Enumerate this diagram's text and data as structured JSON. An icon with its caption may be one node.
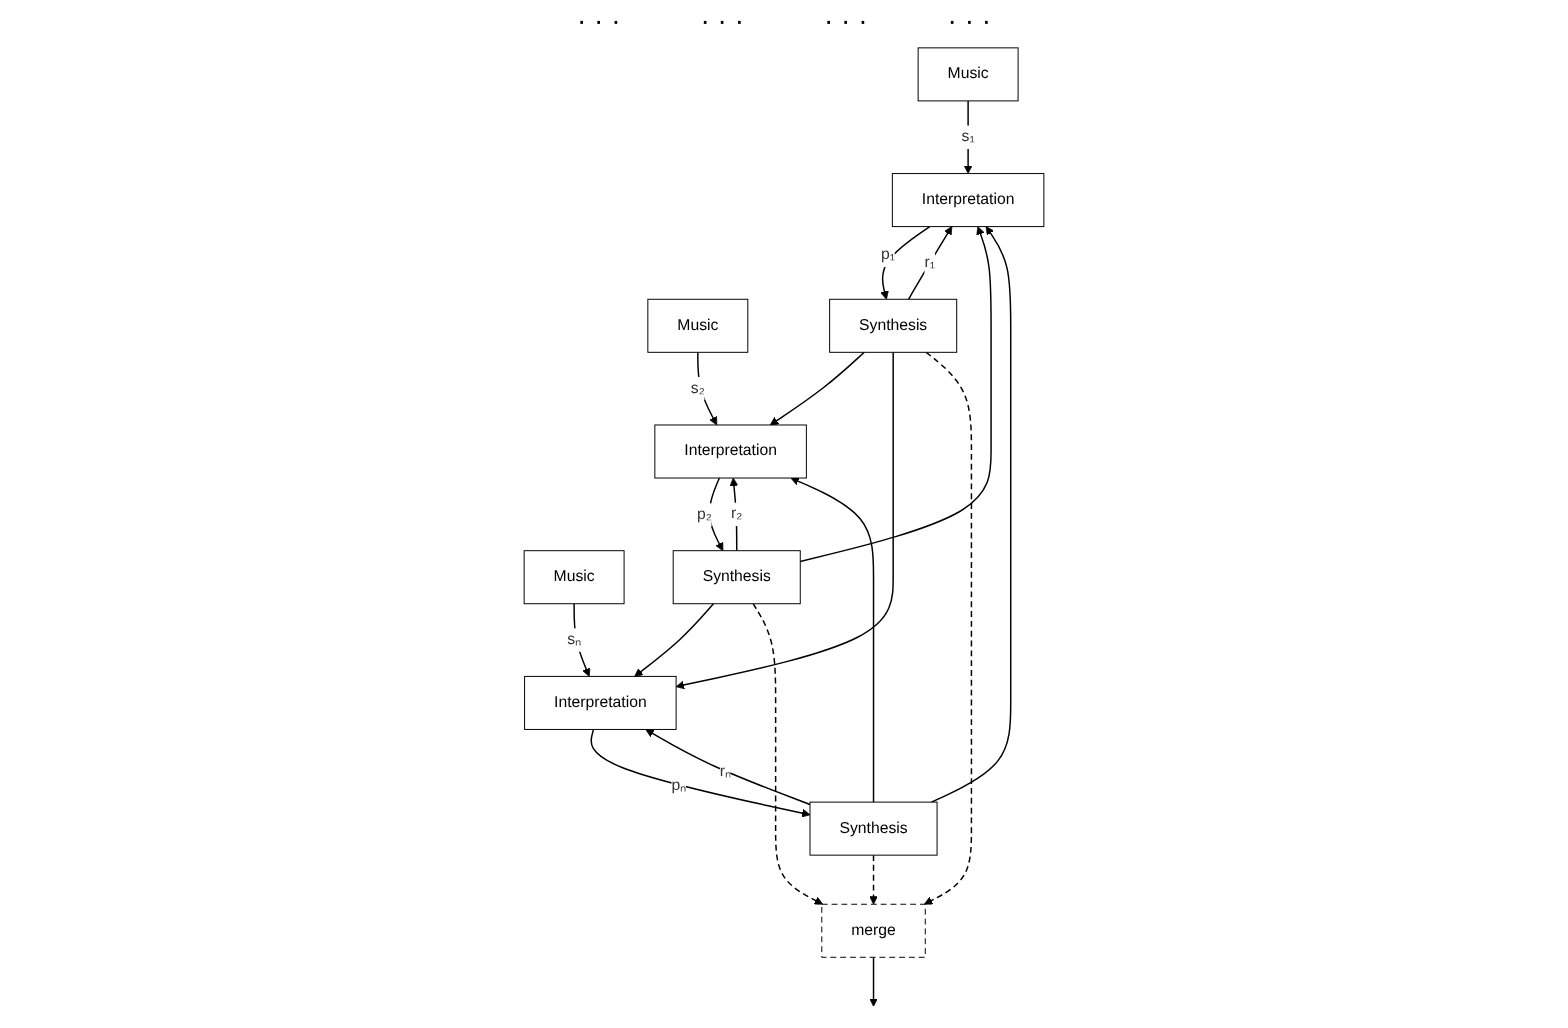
{
  "diagram": {
    "nodes": [
      {
        "text": [
          "Music"
        ]
      },
      {
        "text": [
          "Music"
        ]
      },
      {
        "text": [
          "Music"
        ]
      },
      {
        "text": [
          "Interpretation"
        ]
      },
      {
        "text": [
          "Interpretation"
        ]
      },
      {
        "text": [
          "Interpretation"
        ]
      },
      {
        "text": [
          "Synthesis"
        ]
      },
      {
        "text": [
          "Synthesis"
        ]
      },
      {
        "text": [
          "Synthesis"
        ]
      },
      {
        "text": [
          "merge"
        ]
      }
    ],
    "edges": [
      {
        "from": 0,
        "to": 3,
        "arrow": "to",
        "label": "s₁"
      },
      {
        "from": 1,
        "to": 4,
        "arrow": "to",
        "label": "s₂"
      },
      {
        "from": 2,
        "to": 5,
        "arrow": "to",
        "label": "sₙ"
      },
      {
        "from": 3,
        "to": 6,
        "arrow": "to",
        "label": "p₁"
      },
      {
        "from": 4,
        "to": 7,
        "arrow": "to",
        "label": "p₂"
      },
      {
        "from": 5,
        "to": 8,
        "arrow": "to",
        "label": "pₙ"
      },
      {
        "from": 6,
        "to": 3,
        "arrow": "to",
        "label": "r₁"
      },
      {
        "from": 6,
        "to": 4,
        "arrow": "to"
      },
      {
        "from": 6,
        "to": 5,
        "arrow": "to"
      },
      {
        "from": 7,
        "to": 3,
        "arrow": "to"
      },
      {
        "from": 7,
        "to": 4,
        "arrow": "to",
        "label": "r₂"
      },
      {
        "from": 7,
        "to": 5,
        "arrow": "to"
      },
      {
        "from": 8,
        "to": 3,
        "arrow": "to"
      },
      {
        "from": 8,
        "to": 4,
        "arrow": "to"
      },
      {
        "from": 8,
        "to": 5,
        "arrow": "to",
        "label": "rₙ"
      },
      {
        "from": 6,
        "to": 9,
        "arrow": "to",
        "style": "dashed"
      },
      {
        "from": 7,
        "to": 9,
        "arrow": "to",
        "style": "dashed"
      },
      {
        "from": 8,
        "to": 9,
        "arrow": "to",
        "style": "dashed"
      },
      {
        "from": 9,
        "to": null,
        "arrow": "to"
      }
    ],
    "labels": [
      "· · ·",
      "· · ·",
      "· · ·",
      "· · ·"
    ]
  }
}
